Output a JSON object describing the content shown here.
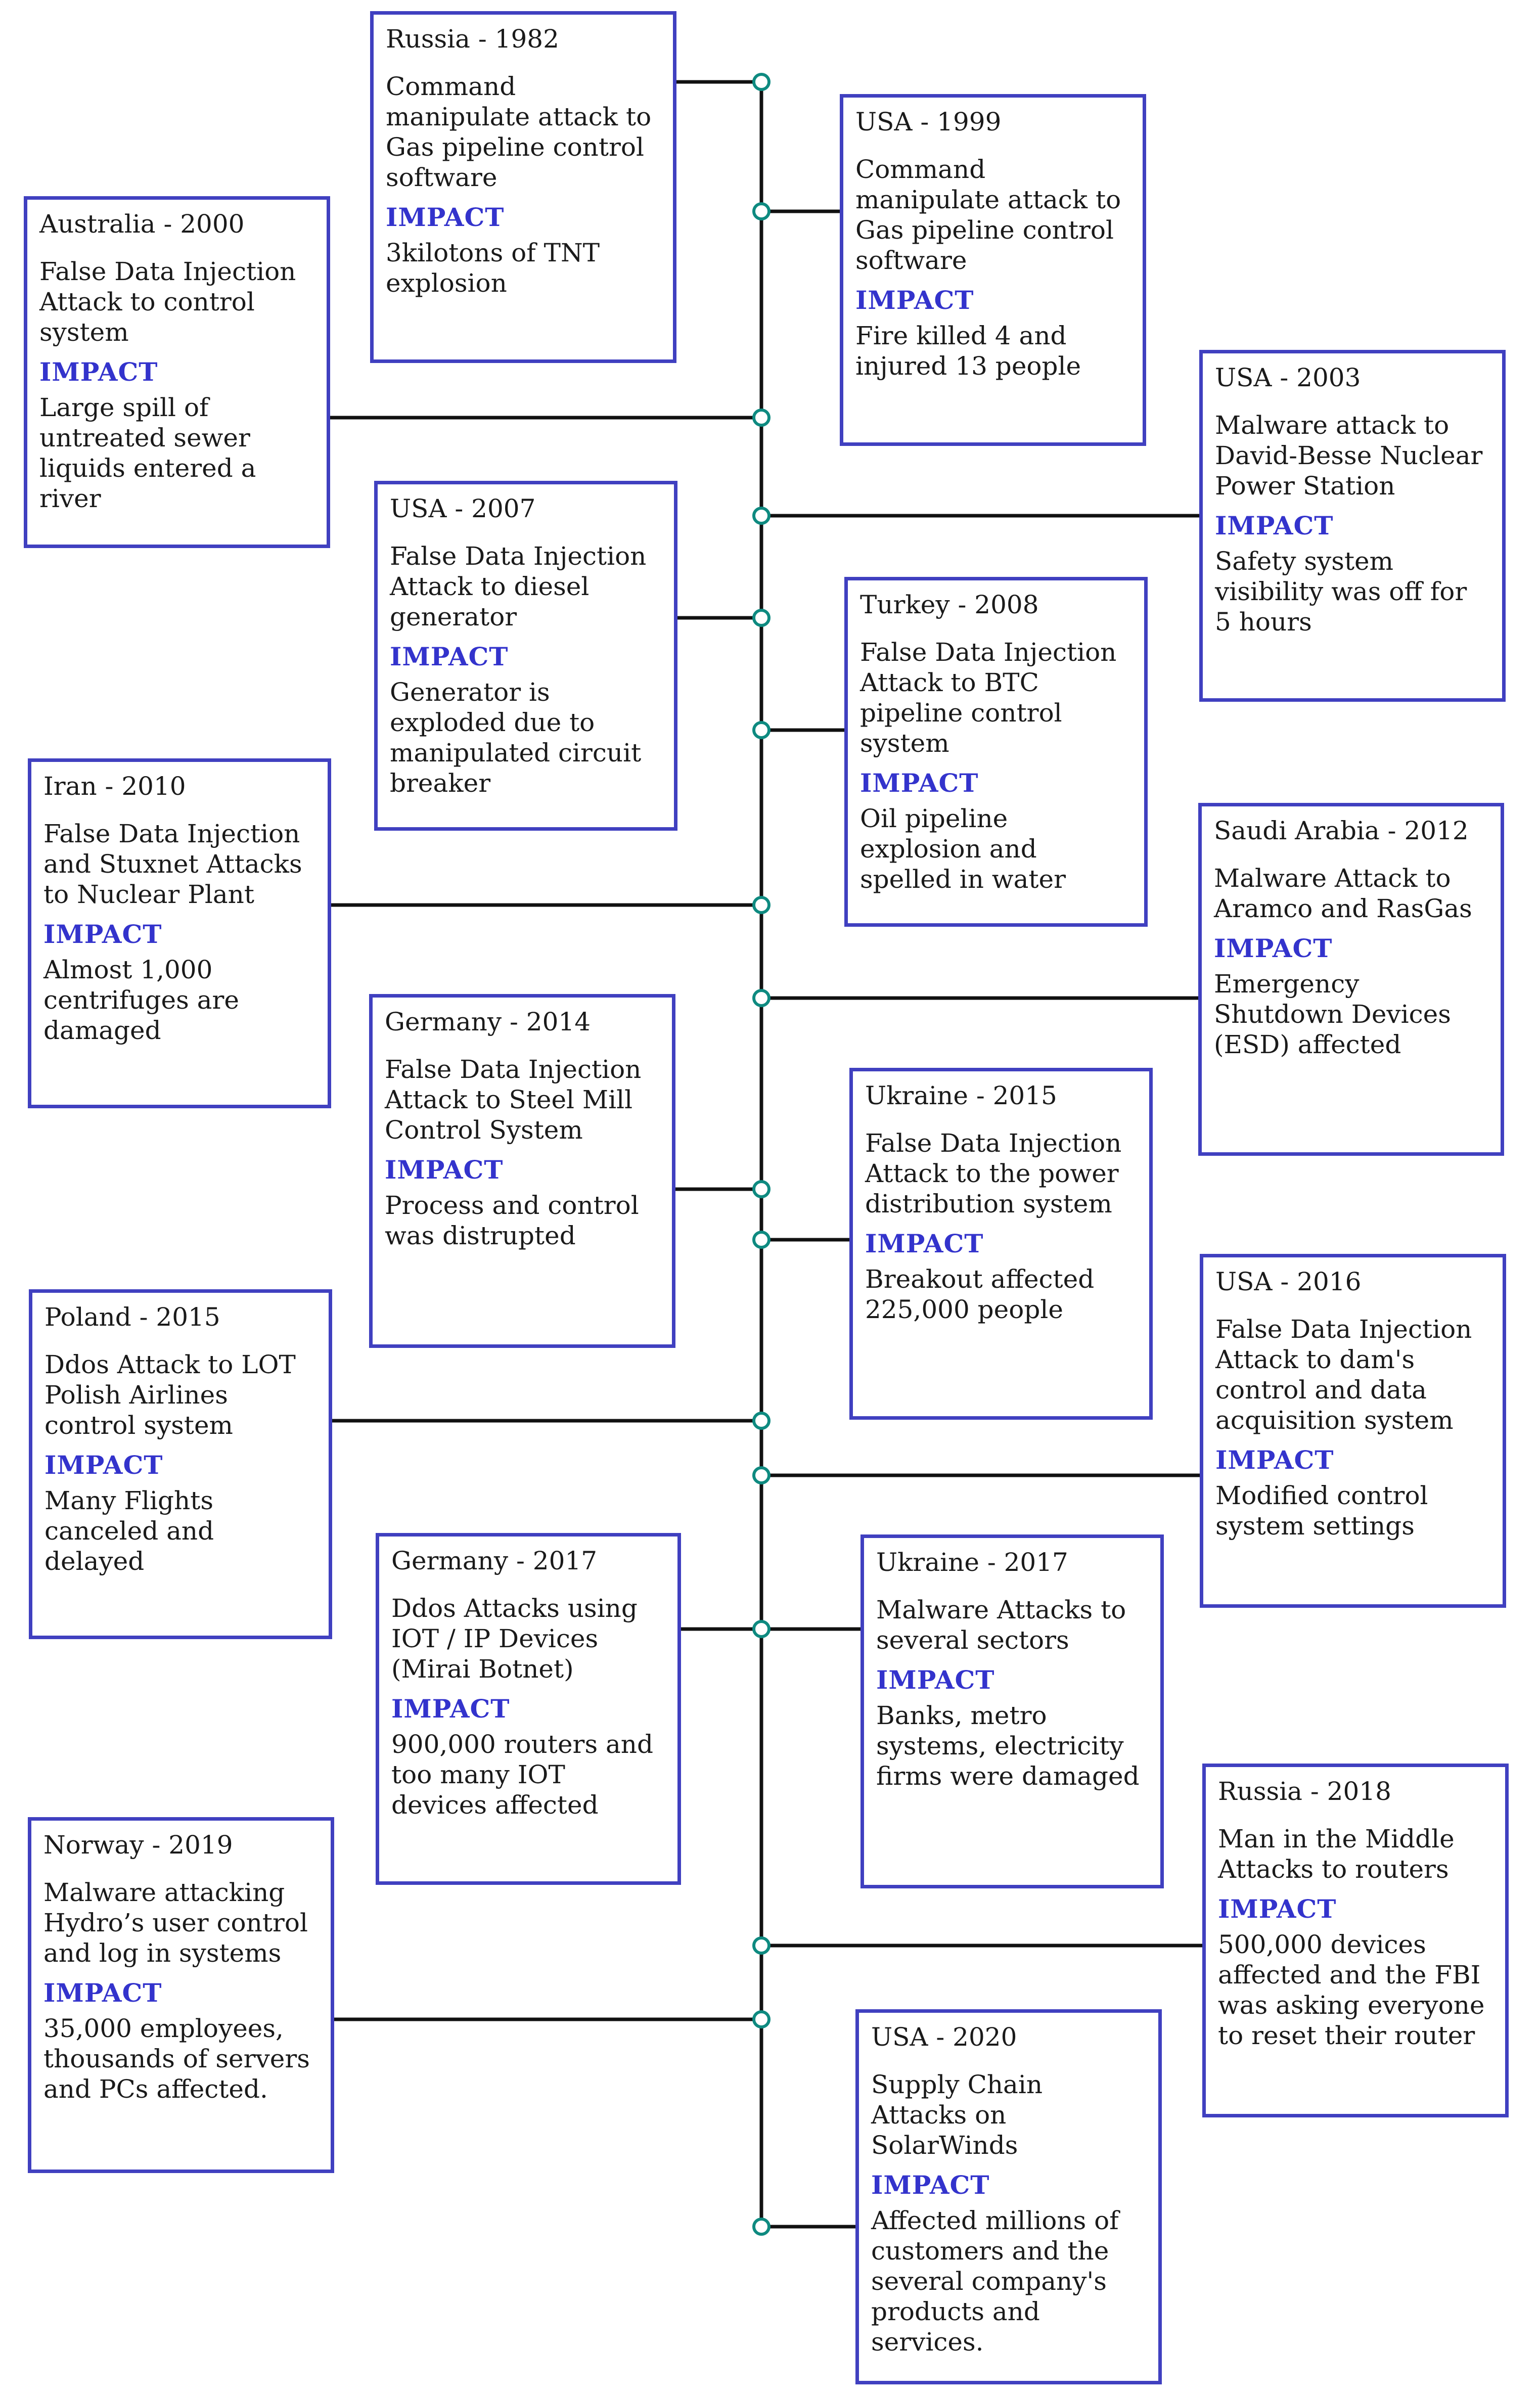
{
  "colors": {
    "border": "#4040c0",
    "impact": "#3333cc",
    "node": "#0e8a80",
    "line": "#111111"
  },
  "impact_label": "IMPACT",
  "events": [
    {
      "title": "Russia - 1982",
      "desc": "Command manipulate attack to Gas pipeline control software",
      "impact": "3kilotons of TNT explosion"
    },
    {
      "title": "USA - 1999",
      "desc": "Command manipulate attack to Gas pipeline control software",
      "impact": "Fire killed 4 and injured 13 people"
    },
    {
      "title": "Australia - 2000",
      "desc": "False Data Injection Attack to control system",
      "impact": "Large spill of untreated sewer liquids entered a river"
    },
    {
      "title": "USA - 2003",
      "desc": "Malware attack to David-Besse Nuclear Power Station",
      "impact": "Safety system visibility was off for 5 hours"
    },
    {
      "title": "USA - 2007",
      "desc": "False Data Injection Attack to diesel generator",
      "impact": "Generator is exploded due to manipulated circuit breaker"
    },
    {
      "title": "Turkey - 2008",
      "desc": "False Data Injection Attack to BTC pipeline control system",
      "impact": "Oil pipeline explosion and spelled in water"
    },
    {
      "title": "Iran - 2010",
      "desc": "False Data Injection and Stuxnet Attacks to Nuclear Plant",
      "impact": "Almost 1,000 centrifuges are damaged"
    },
    {
      "title": "Saudi Arabia - 2012",
      "desc": "Malware Attack to Aramco and RasGas",
      "impact": "Emergency Shutdown Devices (ESD) affected"
    },
    {
      "title": "Germany - 2014",
      "desc": "False Data Injection Attack to Steel Mill Control System",
      "impact": "Process and control was distrupted"
    },
    {
      "title": "Ukraine - 2015",
      "desc": "False Data Injection Attack to the power distribution system",
      "impact": "Breakout affected 225,000 people"
    },
    {
      "title": "Poland - 2015",
      "desc": "Ddos Attack to LOT Polish Airlines control system",
      "impact": "Many Flights canceled and delayed"
    },
    {
      "title": "USA - 2016",
      "desc": "False Data Injection Attack to dam's control and data acquisition system",
      "impact": "Modified control system settings"
    },
    {
      "title": "Germany - 2017",
      "desc": "Ddos Attacks using IOT / IP Devices (Mirai Botnet)",
      "impact": "900,000 routers and too many IOT devices affected"
    },
    {
      "title": "Ukraine - 2017",
      "desc": "Malware Attacks to several sectors",
      "impact": "Banks, metro systems, electricity firms were damaged"
    },
    {
      "title": "Russia - 2018",
      "desc": "Man in the Middle Attacks to routers",
      "impact": "500,000 devices affected and the FBI was asking everyone to reset their router"
    },
    {
      "title": "Norway - 2019",
      "desc": "Malware attacking Hydro’s user control and log in systems",
      "impact": "35,000 employees, thousands of servers and PCs affected."
    },
    {
      "title": "USA - 2020",
      "desc": "Supply Chain Attacks on SolarWinds",
      "impact": "Affected millions of customers and the several company's products and services."
    }
  ]
}
